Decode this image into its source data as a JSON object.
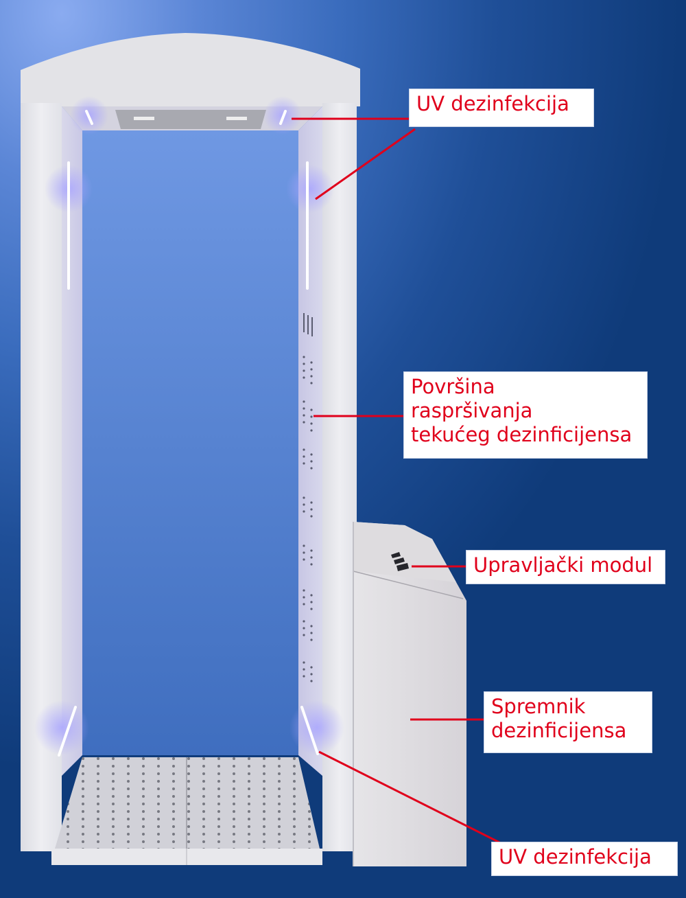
{
  "diagram": {
    "subject": "Disinfection gate (walk-through booth)",
    "colors": {
      "background_light": "#8aabf0",
      "background_dark": "#0f3b7a",
      "callout_text": "#e0001b",
      "leader_line": "#e0001b",
      "callout_bg": "#ffffff",
      "frame": "#e6e6ea",
      "uv_glow": "#a7a6ff"
    },
    "callouts": [
      {
        "id": "uv-top",
        "label": "UV dezinfekcija",
        "target": "UV lamps in the top frame and upper side posts"
      },
      {
        "id": "spray-surface",
        "label": "Površina\nraspršivanja\ntekućeg dezinficijensa",
        "target": "spray nozzle strip on the right inner post"
      },
      {
        "id": "control-module",
        "label": "Upravljački modul",
        "target": "control buttons on the side cabinet"
      },
      {
        "id": "tank",
        "label": "Spremnik\ndezinficijensa",
        "target": "side cabinet housing the disinfectant tank"
      },
      {
        "id": "uv-bottom",
        "label": "UV dezinfekcija",
        "target": "UV lamps at the bottom of the side posts"
      }
    ]
  }
}
